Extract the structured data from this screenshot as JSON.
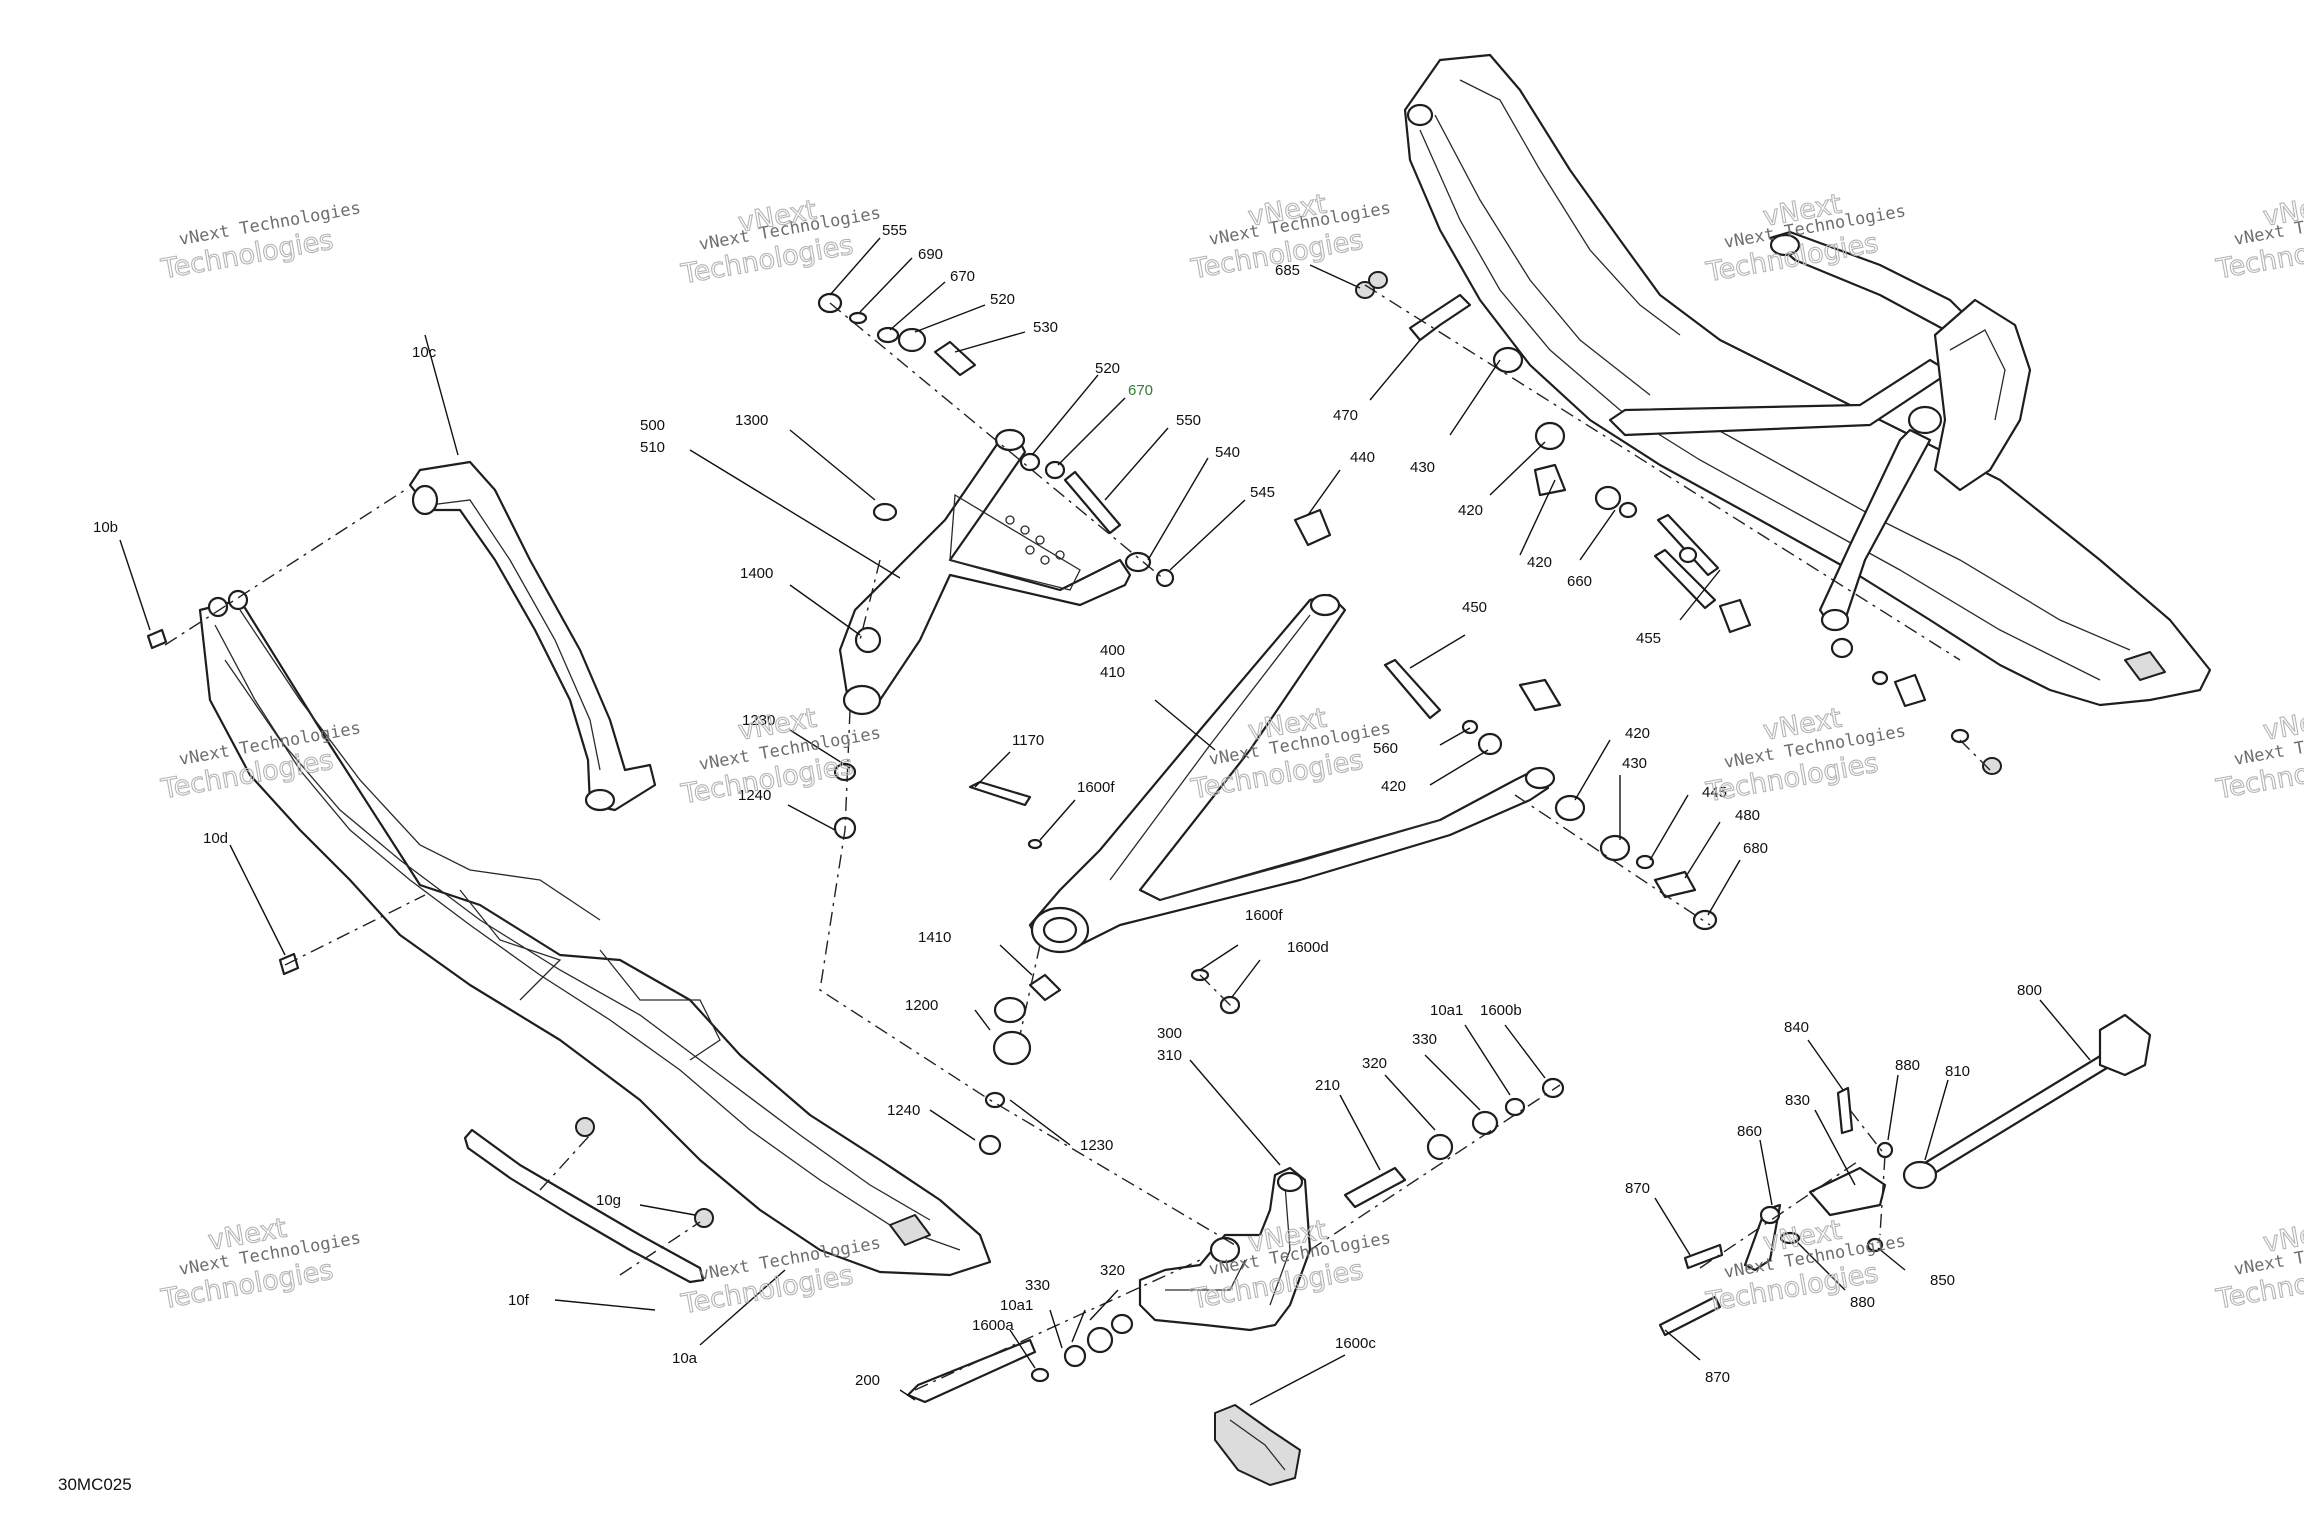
{
  "figure_code": "30MC025",
  "watermark": {
    "line1": "vNext Technologies",
    "line2": "Technologies",
    "small_prefix": "vNext"
  },
  "callouts": {
    "c555": "555",
    "c690": "690",
    "c670a": "670",
    "c520a": "520",
    "c530": "530",
    "c520b": "520",
    "c670b": "670",
    "c550": "550",
    "c540": "540",
    "c545": "545",
    "c1300": "1300",
    "c500": "500",
    "c510": "510",
    "c1400": "1400",
    "c1230a": "1230",
    "c1240a": "1240",
    "c1170": "1170",
    "c1600f_a": "1600f",
    "c400": "400",
    "c410": "410",
    "c1410": "1410",
    "c1200": "1200",
    "c1600f_b": "1600f",
    "c1600d": "1600d",
    "c1240b": "1240",
    "c1230b": "1230",
    "c10c": "10c",
    "c10b": "10b",
    "c10d": "10d",
    "c10g": "10g",
    "c10f": "10f",
    "c10a": "10a",
    "c300": "300",
    "c310": "310",
    "c210": "210",
    "c320a": "320",
    "c330a": "330",
    "c10a1a": "10a1",
    "c1600b": "1600b",
    "c320b": "320",
    "c330b": "330",
    "c10a1b": "10a1",
    "c1600a": "1600a",
    "c200": "200",
    "c1600c": "1600c",
    "c685": "685",
    "c470": "470",
    "c430a": "430",
    "c420a": "420",
    "c420b": "420",
    "c660": "660",
    "c440": "440",
    "c455": "455",
    "c450": "450",
    "c560": "560",
    "c420c": "420",
    "c420d": "420",
    "c430b": "430",
    "c445": "445",
    "c480": "480",
    "c680": "680",
    "c800": "800",
    "c840": "840",
    "c880a": "880",
    "c810": "810",
    "c830": "830",
    "c860": "860",
    "c870a": "870",
    "c850": "850",
    "c880b": "880",
    "c870b": "870"
  },
  "colors": {
    "line": "#1e1e1e",
    "callout_highlight": "#2e7d3a",
    "watermark": "#b5b5b5"
  }
}
